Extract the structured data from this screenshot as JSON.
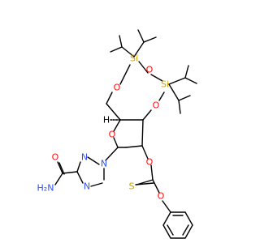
{
  "molecule": {
    "atoms": {
      "si_top": "Si",
      "si_right": "Si",
      "o_si_ring_top_left": "O",
      "o_si_si": "O",
      "o_si_ring_right": "O",
      "o_furanose": "O",
      "o_thiocarbonate": "O",
      "s_thione": "S",
      "o_phenoxy": "O",
      "n_triazole_1": "N",
      "n_triazole_2": "N",
      "n_triazole_4": "N",
      "o_amide": "O",
      "amide_h2n": "H₂N",
      "h_stereo": "H"
    },
    "colors": {
      "oxygen": "#ff0d0d",
      "nitrogen": "#3050f8",
      "sulfur": "#c8a000",
      "silicon": "#d2a000",
      "bond": "#000000"
    }
  }
}
